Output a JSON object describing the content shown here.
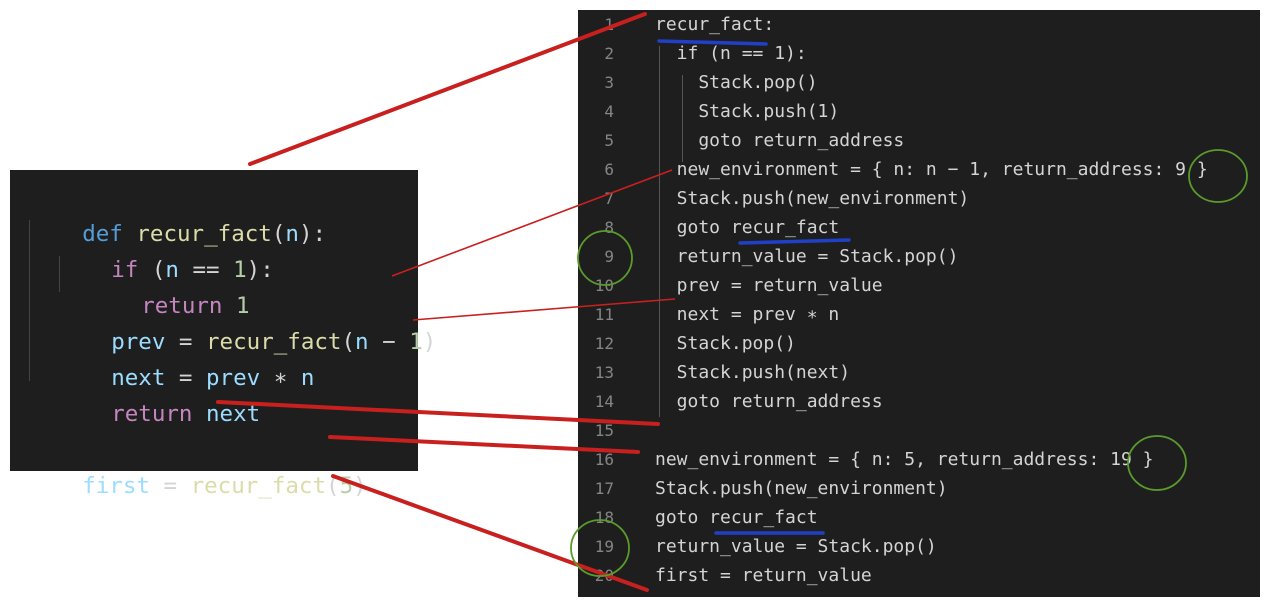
{
  "left_code": {
    "line1": {
      "a": "def",
      "b": " ",
      "c": "recur_fact",
      "d": "(",
      "e": "n",
      "f": "):"
    },
    "line2": {
      "a": "if",
      "b": " (",
      "c": "n",
      "d": " == ",
      "e": "1",
      "f": "):"
    },
    "line3": {
      "a": "return",
      "b": " ",
      "c": "1"
    },
    "line4": {
      "a": "prev",
      "b": " = ",
      "c": "recur_fact",
      "d": "(",
      "e": "n",
      "f": " − ",
      "g": "1",
      "h": ")"
    },
    "line5": {
      "a": "next",
      "b": " = ",
      "c": "prev",
      "d": " ∗ ",
      "e": "n"
    },
    "line6": {
      "a": "return",
      "b": " ",
      "c": "next"
    },
    "line7": {
      "a": "first",
      "b": " = ",
      "c": "recur_fact",
      "d": "(",
      "e": "5",
      "f": ")"
    }
  },
  "right_code": {
    "line_numbers": [
      "1",
      "2",
      "3",
      "4",
      "5",
      "6",
      "7",
      "8",
      "9",
      "10",
      "11",
      "12",
      "13",
      "14",
      "15",
      "16",
      "17",
      "18",
      "19",
      "20"
    ],
    "lines": [
      "recur_fact:",
      "  if (n == 1):",
      "    Stack.pop()",
      "    Stack.push(1)",
      "    goto return_address",
      "  new_environment = { n: n − 1, return_address: 9 }",
      "  Stack.push(new_environment)",
      "  goto recur_fact",
      "  return_value = Stack.pop()",
      "  prev = return_value",
      "  next = prev ∗ n",
      "  Stack.pop()",
      "  Stack.push(next)",
      "  goto return_address",
      "",
      "new_environment = { n: 5, return_address: 19 }",
      "Stack.push(new_environment)",
      "goto recur_fact",
      "return_value = Stack.pop()",
      "first = return_value"
    ]
  },
  "colors": {
    "connector_red": "#c8201e",
    "underline_blue": "#2140c8",
    "circle_green": "#5a9b2c",
    "panel_bg": "#1e1e1e"
  }
}
